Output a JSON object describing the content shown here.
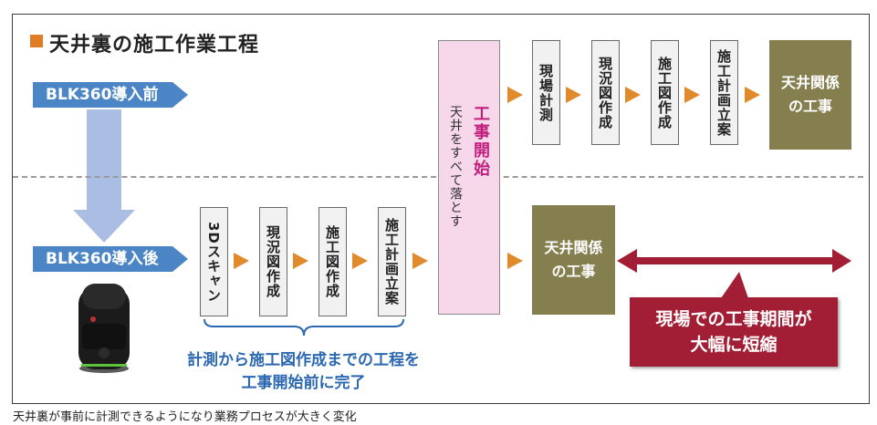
{
  "title": "天井裏の施工作業工程",
  "before_label": "BLK360導入前",
  "after_label": "BLK360導入後",
  "before_steps": [
    "現場計測",
    "現況図作成",
    "施工図作成",
    "施工計画立案"
  ],
  "before_final": "天井関係の工事",
  "after_steps": [
    "3Dスキャン",
    "現況図作成",
    "施工図作成",
    "施工計画立案"
  ],
  "after_final": "天井関係の工事",
  "center_main": "工事開始",
  "center_sub": "天井をすべて落とす",
  "note_line1": "計測から施工図作成までの工程を",
  "note_line2": "工事開始前に完了",
  "highlight_line1": "現場での工事期間が",
  "highlight_line2": "大幅に短縮",
  "caption": "天井裏が事前に計測できるようになり業務プロセスが大きく変化",
  "colors": {
    "accent_orange": "#e08a2c",
    "tag_blue": "#4b85c5",
    "olive": "#857e4f",
    "highlight_red": "#a21e35",
    "pink_fill": "#f6d8ea",
    "magenta_text": "#c01f7c"
  }
}
